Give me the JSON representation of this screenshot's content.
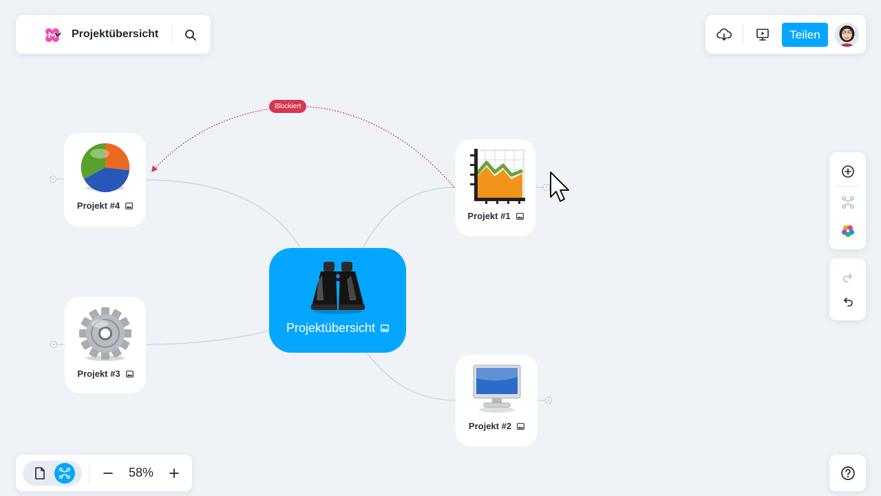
{
  "app": {
    "logo_icon": "mindmap-logo-icon",
    "title": "Projektübersicht",
    "accent": "#05a6ff"
  },
  "topbar": {
    "share_label": "Teilen"
  },
  "map": {
    "root": {
      "label": "Projektübersicht",
      "icon": "binoculars-icon"
    },
    "nodes": [
      {
        "label": "Projekt #1",
        "icon": "line-chart-icon"
      },
      {
        "label": "Projekt #2",
        "icon": "monitor-icon"
      },
      {
        "label": "Projekt #3",
        "icon": "gear-icon"
      },
      {
        "label": "Projekt #4",
        "icon": "pie-chart-icon"
      }
    ],
    "relation_label": "Blockiert",
    "relation_color": "#d9364f"
  },
  "zoom": {
    "level": "58%"
  }
}
